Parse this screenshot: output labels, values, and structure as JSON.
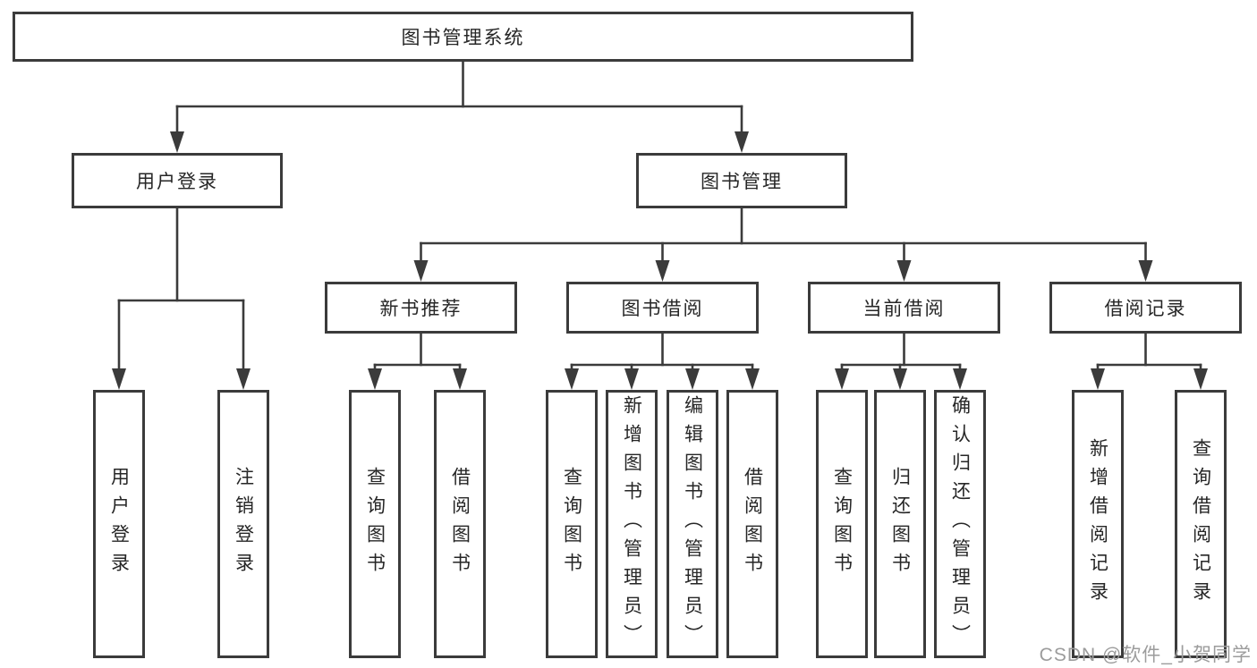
{
  "diagram": {
    "title": "图书管理系统",
    "nodes": [
      {
        "id": "root",
        "label": "图书管理系统",
        "parent": null,
        "orient": "h"
      },
      {
        "id": "user-login",
        "label": "用户登录",
        "parent": "root",
        "orient": "h"
      },
      {
        "id": "book-mgmt",
        "label": "图书管理",
        "parent": "root",
        "orient": "h"
      },
      {
        "id": "new-book-rec",
        "label": "新书推荐",
        "parent": "book-mgmt",
        "orient": "h"
      },
      {
        "id": "book-borrow",
        "label": "图书借阅",
        "parent": "book-mgmt",
        "orient": "h"
      },
      {
        "id": "current-borrow",
        "label": "当前借阅",
        "parent": "book-mgmt",
        "orient": "h"
      },
      {
        "id": "borrow-records",
        "label": "借阅记录",
        "parent": "book-mgmt",
        "orient": "h"
      },
      {
        "id": "leaf-user-login",
        "label": "用户登录",
        "parent": "user-login",
        "orient": "v"
      },
      {
        "id": "leaf-logout",
        "label": "注销登录",
        "parent": "user-login",
        "orient": "v"
      },
      {
        "id": "leaf-query-books-1",
        "label": "查询图书",
        "parent": "new-book-rec",
        "orient": "v"
      },
      {
        "id": "leaf-borrow-books-1",
        "label": "借阅图书",
        "parent": "new-book-rec",
        "orient": "v"
      },
      {
        "id": "leaf-query-books-2",
        "label": "查询图书",
        "parent": "book-borrow",
        "orient": "v"
      },
      {
        "id": "leaf-add-books",
        "label": "新增图书（管理员）",
        "parent": "book-borrow",
        "orient": "v"
      },
      {
        "id": "leaf-edit-books",
        "label": "编辑图书（管理员）",
        "parent": "book-borrow",
        "orient": "v"
      },
      {
        "id": "leaf-borrow-books-2",
        "label": "借阅图书",
        "parent": "book-borrow",
        "orient": "v"
      },
      {
        "id": "leaf-query-books-3",
        "label": "查询图书",
        "parent": "current-borrow",
        "orient": "v"
      },
      {
        "id": "leaf-return-books",
        "label": "归还图书",
        "parent": "current-borrow",
        "orient": "v"
      },
      {
        "id": "leaf-confirm-return",
        "label": "确认归还（管理员）",
        "parent": "current-borrow",
        "orient": "v"
      },
      {
        "id": "leaf-add-borrow-record",
        "label": "新增借阅记录",
        "parent": "borrow-records",
        "orient": "v"
      },
      {
        "id": "leaf-query-borrow-record",
        "label": "查询借阅记录",
        "parent": "borrow-records",
        "orient": "v"
      }
    ],
    "colors": {
      "line": "#3b3b3b",
      "box_fill": "#ffffff",
      "text": "#262626",
      "watermark": "#9c9c9c",
      "background": "#ffffff"
    }
  },
  "watermark": {
    "text": "CSDN @软件_小贺同学"
  }
}
